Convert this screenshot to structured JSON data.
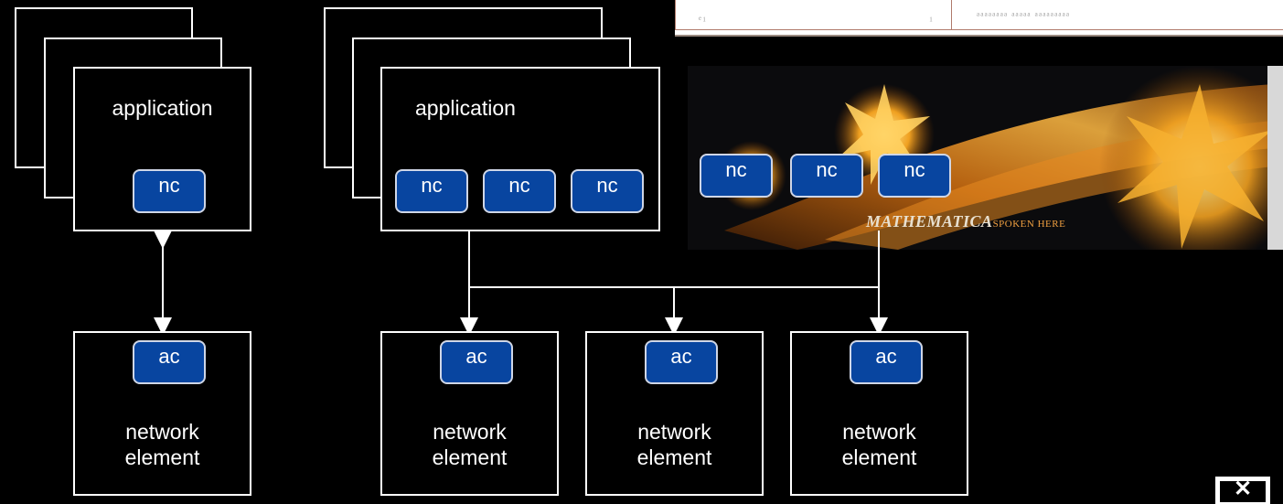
{
  "top_image": {
    "left_cell": "ₑ₁",
    "mid_cell": "₁",
    "right_cell": "ᵃᵃᵃᵃᵃᵃᵃᵃ ᵃᵃᵃᵃᵃ ᵃᵃᵃᵃᵃᵃᵃᵃᵃ"
  },
  "banner": {
    "brand": "MATHEMATICA",
    "tagline": "SPOKEN HERE"
  },
  "left_group": {
    "application_label": "application",
    "nc_labels": [
      "nc"
    ],
    "element": {
      "ac_label": "ac",
      "label_line1": "network",
      "label_line2": "element"
    }
  },
  "middle_group": {
    "application_label": "application",
    "nc_labels": [
      "nc",
      "nc",
      "nc"
    ]
  },
  "banner_nc_labels": [
    "nc",
    "nc",
    "nc"
  ],
  "network_elements": [
    {
      "ac_label": "ac",
      "label_line1": "network",
      "label_line2": "element"
    },
    {
      "ac_label": "ac",
      "label_line1": "network",
      "label_line2": "element"
    },
    {
      "ac_label": "ac",
      "label_line1": "network",
      "label_line2": "element"
    }
  ],
  "close_button": {
    "icon": "close-icon",
    "glyph": "✕"
  },
  "colors": {
    "background": "#000000",
    "pill_fill": "#0845a0",
    "line": "#ffffff"
  }
}
